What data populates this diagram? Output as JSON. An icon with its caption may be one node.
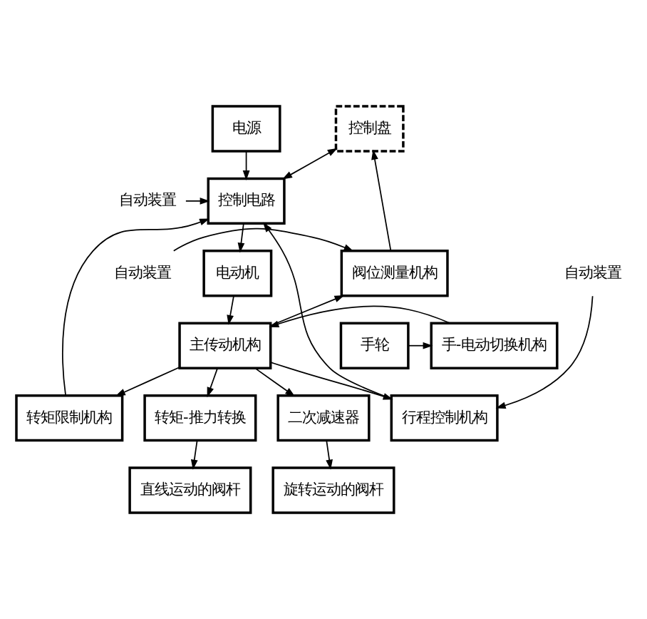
{
  "diagram": {
    "nodes": [
      {
        "text": [
          "电源"
        ]
      },
      {
        "text": [
          "控制盘"
        ]
      },
      {
        "text": [
          "控制电路"
        ]
      },
      {
        "text": [
          "自动装置"
        ]
      },
      {
        "text": [
          "自动装置"
        ]
      },
      {
        "text": [
          "自动装置"
        ]
      },
      {
        "text": [
          "行程控制机构"
        ]
      },
      {
        "text": [
          "电动机"
        ]
      },
      {
        "text": [
          "阀位测量机构"
        ]
      },
      {
        "text": [
          "主传动机构"
        ]
      },
      {
        "text": [
          "手-电动切换机构"
        ]
      },
      {
        "text": [
          "手轮"
        ]
      },
      {
        "text": [
          "转矩限制机构"
        ]
      },
      {
        "text": [
          "转矩-推力转换"
        ]
      },
      {
        "text": [
          "二次减速器"
        ]
      },
      {
        "text": [
          "直线运动的阀杆"
        ]
      },
      {
        "text": [
          "旋转运动的阀杆"
        ]
      }
    ],
    "edges": [
      {
        "from": 0,
        "to": 2,
        "arrow": "to"
      },
      {
        "from": 3,
        "to": 2,
        "arrow": "to"
      },
      {
        "from": 2,
        "to": 1,
        "arrow": "both"
      },
      {
        "from": 8,
        "to": 1,
        "arrow": "to"
      },
      {
        "from": 6,
        "to": 2,
        "arrow": "to"
      },
      {
        "from": 12,
        "to": 2,
        "arrow": "to"
      },
      {
        "from": 4,
        "to": 6,
        "arrow": "to"
      },
      {
        "from": 5,
        "to": 8,
        "arrow": "to"
      },
      {
        "from": 2,
        "to": 7,
        "arrow": "to"
      },
      {
        "from": 7,
        "to": 9,
        "arrow": "to"
      },
      {
        "from": 9,
        "to": 8,
        "arrow": "to"
      },
      {
        "from": 10,
        "to": 9,
        "arrow": "to"
      },
      {
        "from": 11,
        "to": 10,
        "arrow": "to"
      },
      {
        "from": 9,
        "to": 6,
        "arrow": "to"
      },
      {
        "from": 9,
        "to": 12,
        "arrow": "to"
      },
      {
        "from": 9,
        "to": 13,
        "arrow": "to"
      },
      {
        "from": 9,
        "to": 14,
        "arrow": "to"
      },
      {
        "from": 13,
        "to": 15,
        "arrow": "to"
      },
      {
        "from": 14,
        "to": 16,
        "arrow": "to"
      }
    ]
  }
}
